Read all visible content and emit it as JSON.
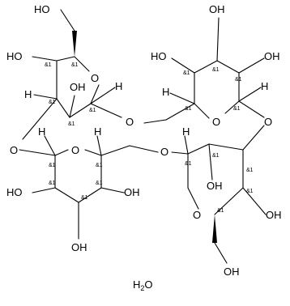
{
  "molecule": {
    "atoms": {
      "o": "O",
      "oh": "OH",
      "ho": "HO",
      "h": "H",
      "h2o_main": "H",
      "h2o_sub": "2",
      "h2o_end": "O"
    },
    "stereo_tag": "&1"
  }
}
